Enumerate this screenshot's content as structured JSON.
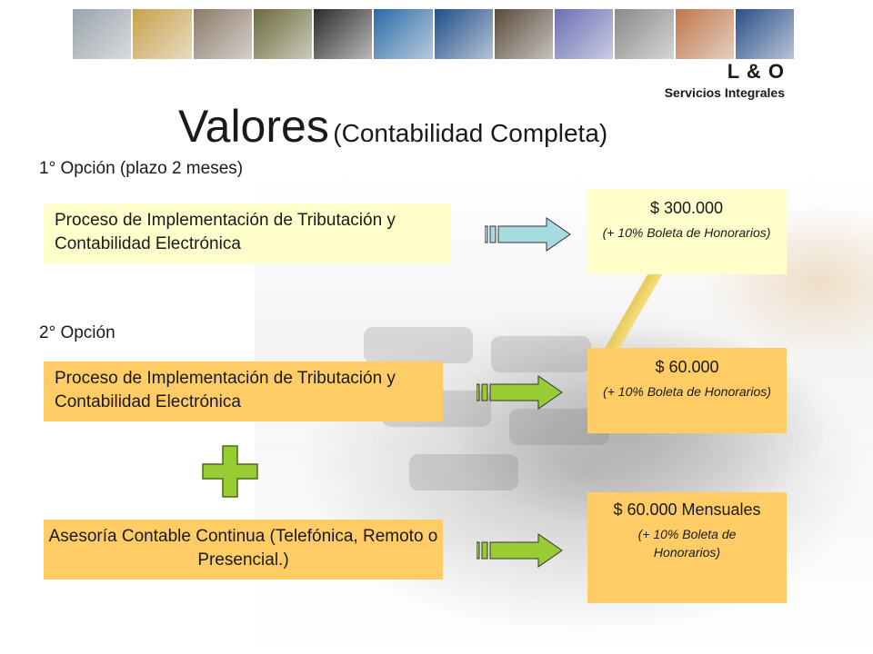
{
  "header": {
    "thumbnails": [
      {
        "name": "blueprint-photo",
        "color": "#9aa3ab"
      },
      {
        "name": "drafting-photo",
        "color": "#c9a14a"
      },
      {
        "name": "documents-photo",
        "color": "#8c7a68"
      },
      {
        "name": "hardhat-photo",
        "color": "#6b6a3a"
      },
      {
        "name": "people-silhouettes-photo",
        "color": "#2b2b2b"
      },
      {
        "name": "blue-abstract-photo",
        "color": "#2a6aa8"
      },
      {
        "name": "blue-swirl-photo",
        "color": "#1f4f8a"
      },
      {
        "name": "gavel-photo",
        "color": "#5a4a3a"
      },
      {
        "name": "psi-symbol-photo",
        "color": "#6a6fb5"
      },
      {
        "name": "calculator-photo",
        "color": "#8a8a8a"
      },
      {
        "name": "figures-row-photo",
        "color": "#c0774a"
      },
      {
        "name": "handshake-photo",
        "color": "#2a4f8a"
      }
    ],
    "brand_name": "L & O",
    "brand_subtitle": "Servicios Integrales"
  },
  "title": {
    "main": "Valores",
    "sub": "(Contabilidad Completa)"
  },
  "option1": {
    "label": "1° Opción (plazo 2 meses)",
    "service": "Proceso de Implementación de Tributación y Contabilidad Electrónica",
    "price": "$ 300.000",
    "note": "(+ 10% Boleta de Honorarios)"
  },
  "option2": {
    "label": "2° Opción",
    "service": "Proceso de Implementación de Tributación y Contabilidad Electrónica",
    "price": "$ 60.000",
    "note": "(+ 10% Boleta de Honorarios)",
    "addon_service": "Asesoría Contable Continua (Telefónica, Remoto o Presencial.)",
    "addon_price": "$ 60.000 Mensuales",
    "addon_note": "(+ 10% Boleta de Honorarios)"
  },
  "colors": {
    "box_yellow": "#ffffcc",
    "box_orange": "#ffcc66",
    "arrow_blue": "#a6dce0",
    "arrow_green": "#99cc33",
    "plus_green": "#99cc33"
  }
}
